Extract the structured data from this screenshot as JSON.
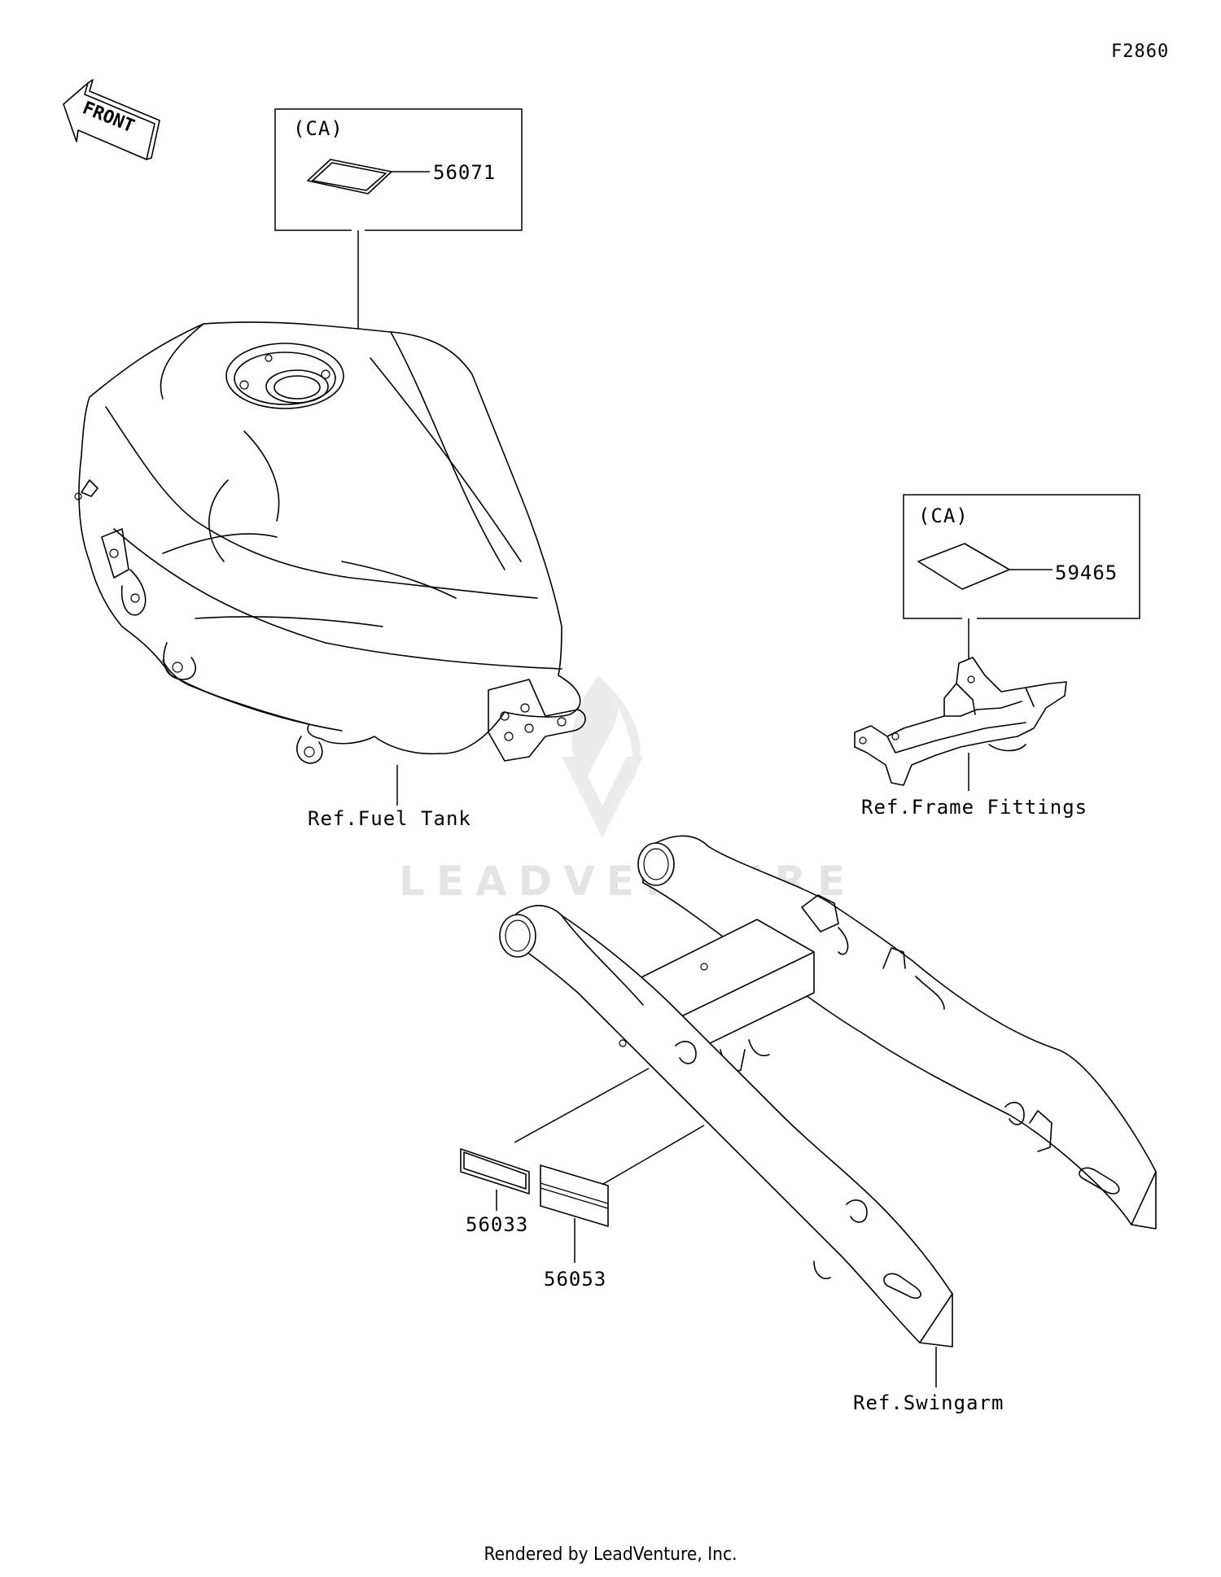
{
  "figure_code": "F2860",
  "front_label": "FRONT",
  "watermark": "LEADVENTURE",
  "footer": "Rendered by LeadVenture, Inc.",
  "callouts": {
    "box1_tag": "(CA)",
    "box2_tag": "(CA)",
    "p56071": "56071",
    "p59465": "59465",
    "p56033": "56033",
    "p56053": "56053"
  },
  "refs": {
    "fuel_tank": "Ref.Fuel Tank",
    "frame_fittings": "Ref.Frame Fittings",
    "swingarm": "Ref.Swingarm"
  }
}
